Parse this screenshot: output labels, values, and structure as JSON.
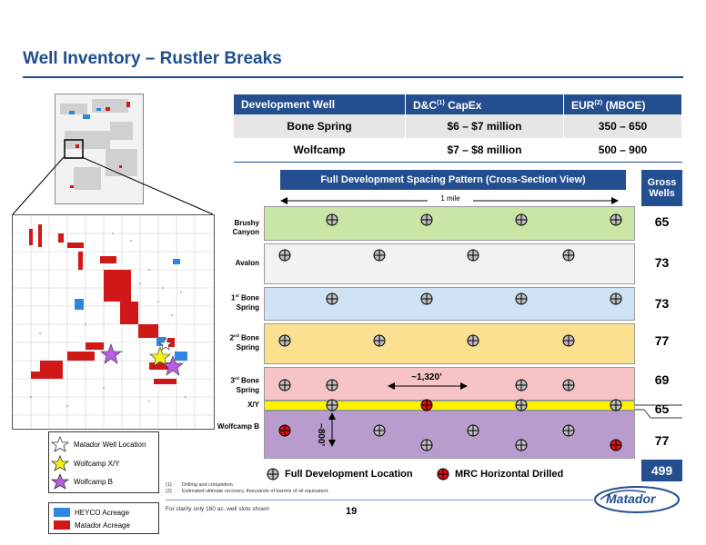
{
  "title": "Well Inventory – Rustler Breaks",
  "table": {
    "headers": [
      {
        "text": "Development Well",
        "sup": ""
      },
      {
        "pre": "D&C",
        "sup": "(1)",
        "post": " CapEx"
      },
      {
        "pre": "EUR",
        "sup": "(2)",
        "post": " (MBOE)"
      }
    ],
    "rows": [
      {
        "well": "Bone Spring",
        "capex": "$6 – $7 million",
        "eur": "350 – 650"
      },
      {
        "well": "Wolfcamp",
        "capex": "$7 – $8 million",
        "eur": "500 – 900"
      }
    ]
  },
  "spacing_header": "Full Development Spacing Pattern (Cross-Section View)",
  "gross_wells_header": "Gross Wells",
  "scale_label": "1 mile",
  "layers": [
    {
      "label": "Brushy Canyon",
      "wells": "65",
      "color": "#c9e6a6"
    },
    {
      "label": "Avalon",
      "wells": "73",
      "color": "#f2f2f2"
    },
    {
      "label_pre": "1",
      "label_sup": "st",
      "label_post": " Bone Spring",
      "wells": "73",
      "color": "#cfe3f5"
    },
    {
      "label_pre": "2",
      "label_sup": "nd",
      "label_post": " Bone Spring",
      "wells": "77",
      "color": "#fbe08f"
    },
    {
      "label_pre": "3",
      "label_sup": "rd",
      "label_post": " Bone Spring",
      "wells": "69",
      "color": "#f6c4c4"
    },
    {
      "label": "X/Y",
      "wells": "65",
      "color": "#fff200"
    },
    {
      "label": "Wolfcamp B",
      "wells": "77",
      "color": "#b89ccd"
    }
  ],
  "spacing_label": "~1,320’",
  "vertical_label": "~800’",
  "total_wells": "499",
  "legend_bottom": {
    "full_dev": "Full Development Location",
    "mrc": "MRC Horizontal Drilled"
  },
  "map_legend": {
    "matador_well": "Matador Well Location",
    "wolfcamp_xy": "Wolfcamp X/Y",
    "wolfcamp_b": "Wolfcamp B"
  },
  "acreage_legend": {
    "heyco": "HEYCO Acreage",
    "matador": "Matador Acreage",
    "heyco_color": "#2e86de",
    "matador_color": "#d01818"
  },
  "footnotes": {
    "n1": "(1)",
    "t1": "Drilling and completion.",
    "n2": "(2)",
    "t2": "Estimated ultimate recovery, thousands of barrels of oil equivalent."
  },
  "clarity_note": "For clarity only 160 ac. well slots shown",
  "page_number": "19",
  "logo_text": "Matador"
}
